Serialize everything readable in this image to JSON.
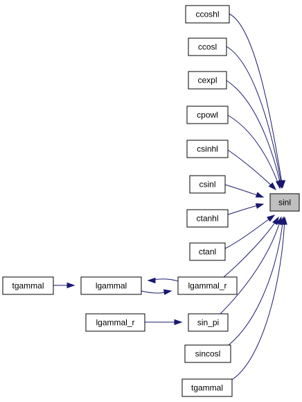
{
  "colors": {
    "edge": "#191970",
    "node_border": "#000000",
    "focus_fill": "#bfbfbf",
    "node_fill": "#ffffff"
  },
  "nodes": [
    {
      "id": "sinl",
      "label": "sinl",
      "focus": true
    },
    {
      "id": "ccoshl",
      "label": "ccoshl"
    },
    {
      "id": "ccosl",
      "label": "ccosl"
    },
    {
      "id": "cexpl",
      "label": "cexpl"
    },
    {
      "id": "cpowl",
      "label": "cpowl"
    },
    {
      "id": "csinhl",
      "label": "csinhl"
    },
    {
      "id": "csinl",
      "label": "csinl"
    },
    {
      "id": "ctanhl",
      "label": "ctanhl"
    },
    {
      "id": "ctanl",
      "label": "ctanl"
    },
    {
      "id": "lgammal_r",
      "label": "lgammal_r"
    },
    {
      "id": "lgammal",
      "label": "lgammal"
    },
    {
      "id": "tgammal_left",
      "label": "tgammal"
    },
    {
      "id": "sin_pi",
      "label": "sin_pi"
    },
    {
      "id": "lgammal_r_left",
      "label": "lgammal_r"
    },
    {
      "id": "sincosl",
      "label": "sincosl"
    },
    {
      "id": "tgammal",
      "label": "tgammal"
    }
  ],
  "edges": [
    {
      "from": "ccoshl",
      "to": "sinl"
    },
    {
      "from": "ccosl",
      "to": "sinl"
    },
    {
      "from": "cexpl",
      "to": "sinl"
    },
    {
      "from": "cpowl",
      "to": "sinl"
    },
    {
      "from": "csinhl",
      "to": "sinl"
    },
    {
      "from": "csinl",
      "to": "sinl"
    },
    {
      "from": "ctanhl",
      "to": "sinl"
    },
    {
      "from": "ctanl",
      "to": "sinl"
    },
    {
      "from": "lgammal_r",
      "to": "sinl"
    },
    {
      "from": "sin_pi",
      "to": "sinl"
    },
    {
      "from": "sincosl",
      "to": "sinl"
    },
    {
      "from": "tgammal",
      "to": "sinl"
    },
    {
      "from": "tgammal_left",
      "to": "lgammal"
    },
    {
      "from": "lgammal",
      "to": "lgammal_r"
    },
    {
      "from": "lgammal_r",
      "to": "lgammal"
    },
    {
      "from": "lgammal_r_left",
      "to": "sin_pi"
    }
  ]
}
